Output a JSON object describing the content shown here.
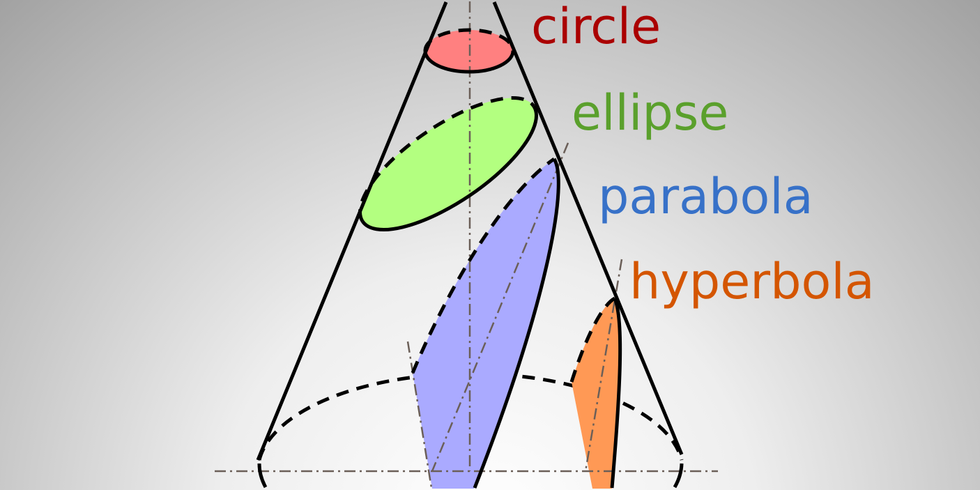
{
  "labels": {
    "circle": "circle",
    "ellipse": "ellipse",
    "parabola": "parabola",
    "hyperbola": "hyperbola"
  },
  "colors": {
    "circle_text": "#aa0000",
    "circle_fill": "#ff8080",
    "ellipse_text": "#5aa02c",
    "ellipse_fill": "#b3ff80",
    "parabola_text": "#3771c8",
    "parabola_fill": "#aaaaff",
    "hyperbola_text": "#d45500",
    "hyperbola_fill": "#ff9955"
  }
}
